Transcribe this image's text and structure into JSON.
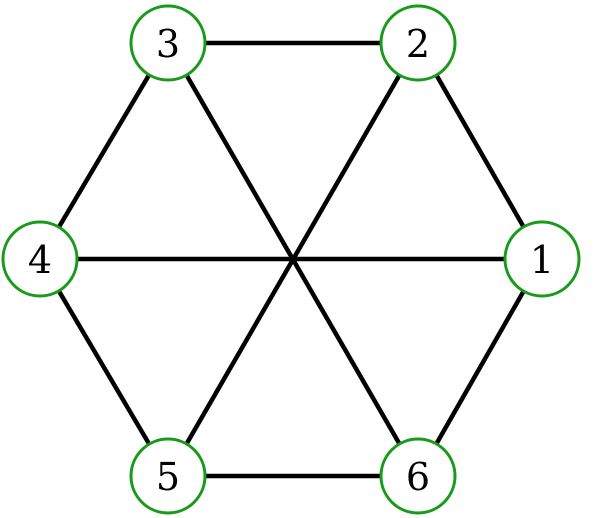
{
  "graph": {
    "node_stroke_color": "#1a9a1a",
    "edge_color": "#000000",
    "nodes": [
      {
        "id": "1",
        "label": "1"
      },
      {
        "id": "2",
        "label": "2"
      },
      {
        "id": "3",
        "label": "3"
      },
      {
        "id": "4",
        "label": "4"
      },
      {
        "id": "5",
        "label": "5"
      },
      {
        "id": "6",
        "label": "6"
      }
    ],
    "edges": [
      [
        "3",
        "2"
      ],
      [
        "2",
        "1"
      ],
      [
        "1",
        "6"
      ],
      [
        "6",
        "5"
      ],
      [
        "5",
        "4"
      ],
      [
        "4",
        "3"
      ],
      [
        "3",
        "6"
      ],
      [
        "2",
        "5"
      ],
      [
        "4",
        "1"
      ]
    ]
  }
}
